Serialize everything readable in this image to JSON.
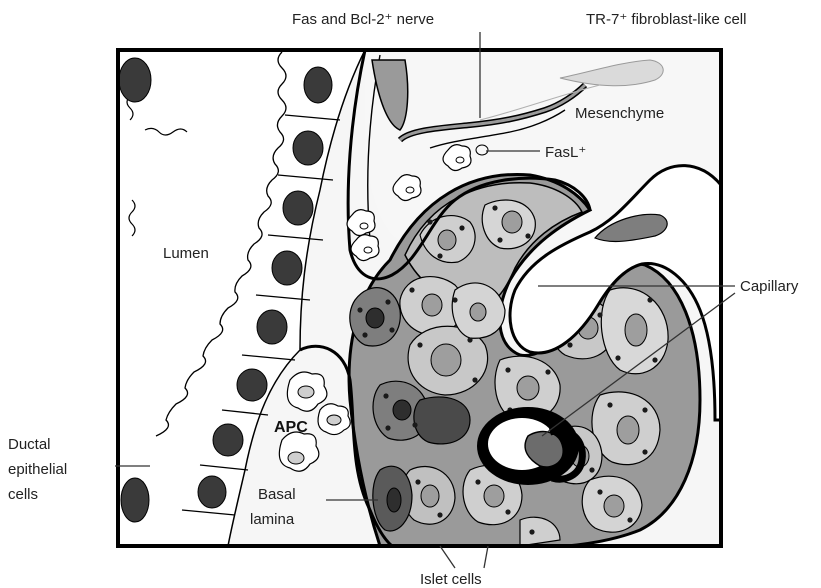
{
  "labels": {
    "fas_bcl2_nerve": "Fas and Bcl-2⁺  nerve",
    "tr7_fibroblast": "TR-7⁺ fibroblast-like cell",
    "mesenchyme": "Mesenchyme",
    "fasl": "FasL⁺",
    "lumen": "Lumen",
    "capillary": "Capillary",
    "apc": "APC",
    "ductal_line1": "Ductal",
    "ductal_line2": "epithelial",
    "ductal_line3": "cells",
    "basal_line1": "Basal",
    "basal_line2": "lamina",
    "islet_cells": "Islet cells"
  },
  "colors": {
    "outline": "#000000",
    "islet_fill": "#9a9a9a",
    "cell_light": "#cfcfcf",
    "cell_mid": "#b3b3b3",
    "nucleus_dark": "#3a3a3a",
    "mesenchyme_bg": "#f7f7f7"
  }
}
